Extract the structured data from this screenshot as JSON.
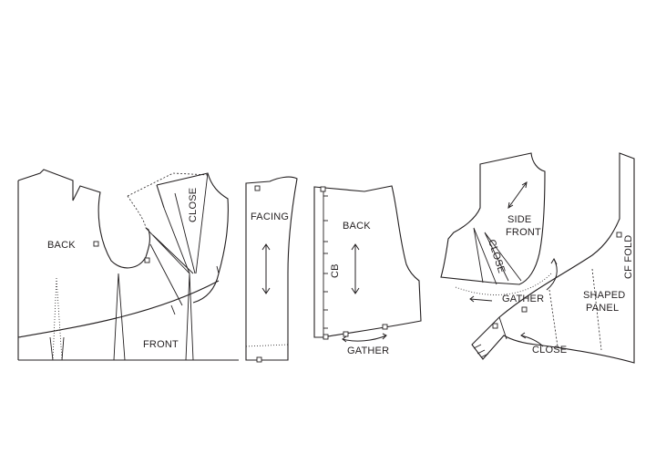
{
  "labels": {
    "back_left": "BACK",
    "close_left": "CLOSE",
    "front": "FRONT",
    "facing": "FACING",
    "back_mid": "BACK",
    "cb": "CB",
    "gather_mid": "GATHER",
    "side_front_1": "SIDE",
    "side_front_2": "FRONT",
    "close_right": "CLOSE",
    "gather_right": "GATHER",
    "shaped_1": "SHAPED",
    "shaped_2": "PANEL",
    "cf_fold": "CF FOLD",
    "close_bottom": "CLOSE"
  },
  "colors": {
    "ink": "#231f20",
    "background": "#ffffff"
  },
  "icons": [
    "double-arrow-icon",
    "notch-marker-icon"
  ]
}
